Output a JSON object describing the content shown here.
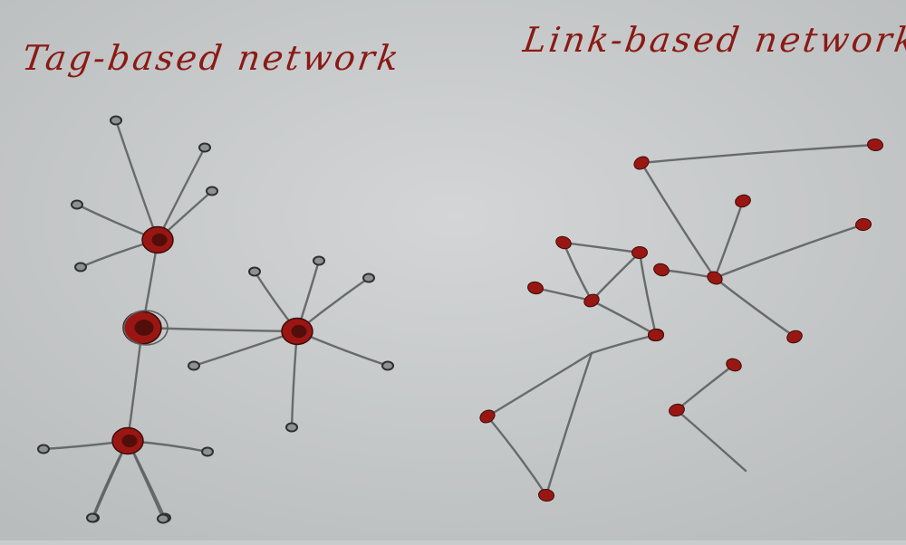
{
  "diagrams": [
    {
      "title": "Tag-based network",
      "nodes": [
        {
          "id": "h1",
          "kind": "hub"
        },
        {
          "id": "h2",
          "kind": "hub"
        },
        {
          "id": "h3",
          "kind": "hub"
        },
        {
          "id": "h4",
          "kind": "hub"
        },
        {
          "id": "l1",
          "kind": "leaf"
        },
        {
          "id": "l2",
          "kind": "leaf"
        },
        {
          "id": "l3",
          "kind": "leaf"
        },
        {
          "id": "l4",
          "kind": "leaf"
        },
        {
          "id": "l5",
          "kind": "leaf"
        },
        {
          "id": "l6",
          "kind": "leaf"
        },
        {
          "id": "l7",
          "kind": "leaf"
        },
        {
          "id": "l8",
          "kind": "leaf"
        },
        {
          "id": "l9",
          "kind": "leaf"
        },
        {
          "id": "l10",
          "kind": "leaf"
        },
        {
          "id": "l11",
          "kind": "leaf"
        },
        {
          "id": "l12",
          "kind": "leaf"
        },
        {
          "id": "l13",
          "kind": "leaf"
        },
        {
          "id": "l14",
          "kind": "leaf"
        },
        {
          "id": "l15",
          "kind": "leaf"
        },
        {
          "id": "l16",
          "kind": "leaf"
        },
        {
          "id": "l17",
          "kind": "leaf"
        }
      ],
      "edges": [
        [
          "h1",
          "l1"
        ],
        [
          "h1",
          "l2"
        ],
        [
          "h1",
          "l3"
        ],
        [
          "h1",
          "l4"
        ],
        [
          "h1",
          "l5"
        ],
        [
          "h1",
          "h2"
        ],
        [
          "h2",
          "h3"
        ],
        [
          "h2",
          "h4"
        ],
        [
          "h3",
          "l6"
        ],
        [
          "h3",
          "l7"
        ],
        [
          "h3",
          "l8"
        ],
        [
          "h3",
          "l9"
        ],
        [
          "h3",
          "l10"
        ],
        [
          "h3",
          "l11"
        ],
        [
          "h4",
          "l12"
        ],
        [
          "h4",
          "l13"
        ],
        [
          "h4",
          "l14"
        ],
        [
          "h4",
          "l15"
        ],
        [
          "h4",
          "l16"
        ],
        [
          "h4",
          "l17"
        ]
      ]
    },
    {
      "title": "Link-based network",
      "nodes": [
        {
          "id": "a",
          "kind": "node"
        },
        {
          "id": "b",
          "kind": "node"
        },
        {
          "id": "c",
          "kind": "node"
        },
        {
          "id": "d",
          "kind": "node"
        },
        {
          "id": "e",
          "kind": "node"
        },
        {
          "id": "f",
          "kind": "node"
        },
        {
          "id": "g",
          "kind": "node"
        },
        {
          "id": "h",
          "kind": "node"
        },
        {
          "id": "i",
          "kind": "node"
        },
        {
          "id": "j",
          "kind": "node"
        },
        {
          "id": "k",
          "kind": "node"
        },
        {
          "id": "m",
          "kind": "node"
        },
        {
          "id": "n",
          "kind": "node"
        },
        {
          "id": "o",
          "kind": "node"
        },
        {
          "id": "p",
          "kind": "node"
        },
        {
          "id": "q",
          "kind": "node"
        },
        {
          "id": "r",
          "kind": "node"
        }
      ],
      "edges": [
        [
          "a",
          "b"
        ],
        [
          "a",
          "i"
        ],
        [
          "c",
          "i"
        ],
        [
          "i",
          "m"
        ],
        [
          "i",
          "k"
        ],
        [
          "i",
          "n"
        ],
        [
          "d",
          "e"
        ],
        [
          "d",
          "f"
        ],
        [
          "e",
          "f"
        ],
        [
          "e",
          "h"
        ],
        [
          "f",
          "g"
        ],
        [
          "f",
          "h"
        ],
        [
          "h",
          "j"
        ],
        [
          "h",
          "l"
        ],
        [
          "l",
          "o"
        ],
        [
          "l",
          "p"
        ],
        [
          "o",
          "p"
        ],
        [
          "r",
          "q"
        ],
        [
          "q",
          "s"
        ]
      ]
    }
  ],
  "colors": {
    "paper": "#c9cccd",
    "ink": "#8a1a14",
    "pencil": "#5d6163",
    "node_fill": "#9a1612",
    "node_core": "#3a0c0a",
    "leaf_ring": "#2e2f30"
  }
}
